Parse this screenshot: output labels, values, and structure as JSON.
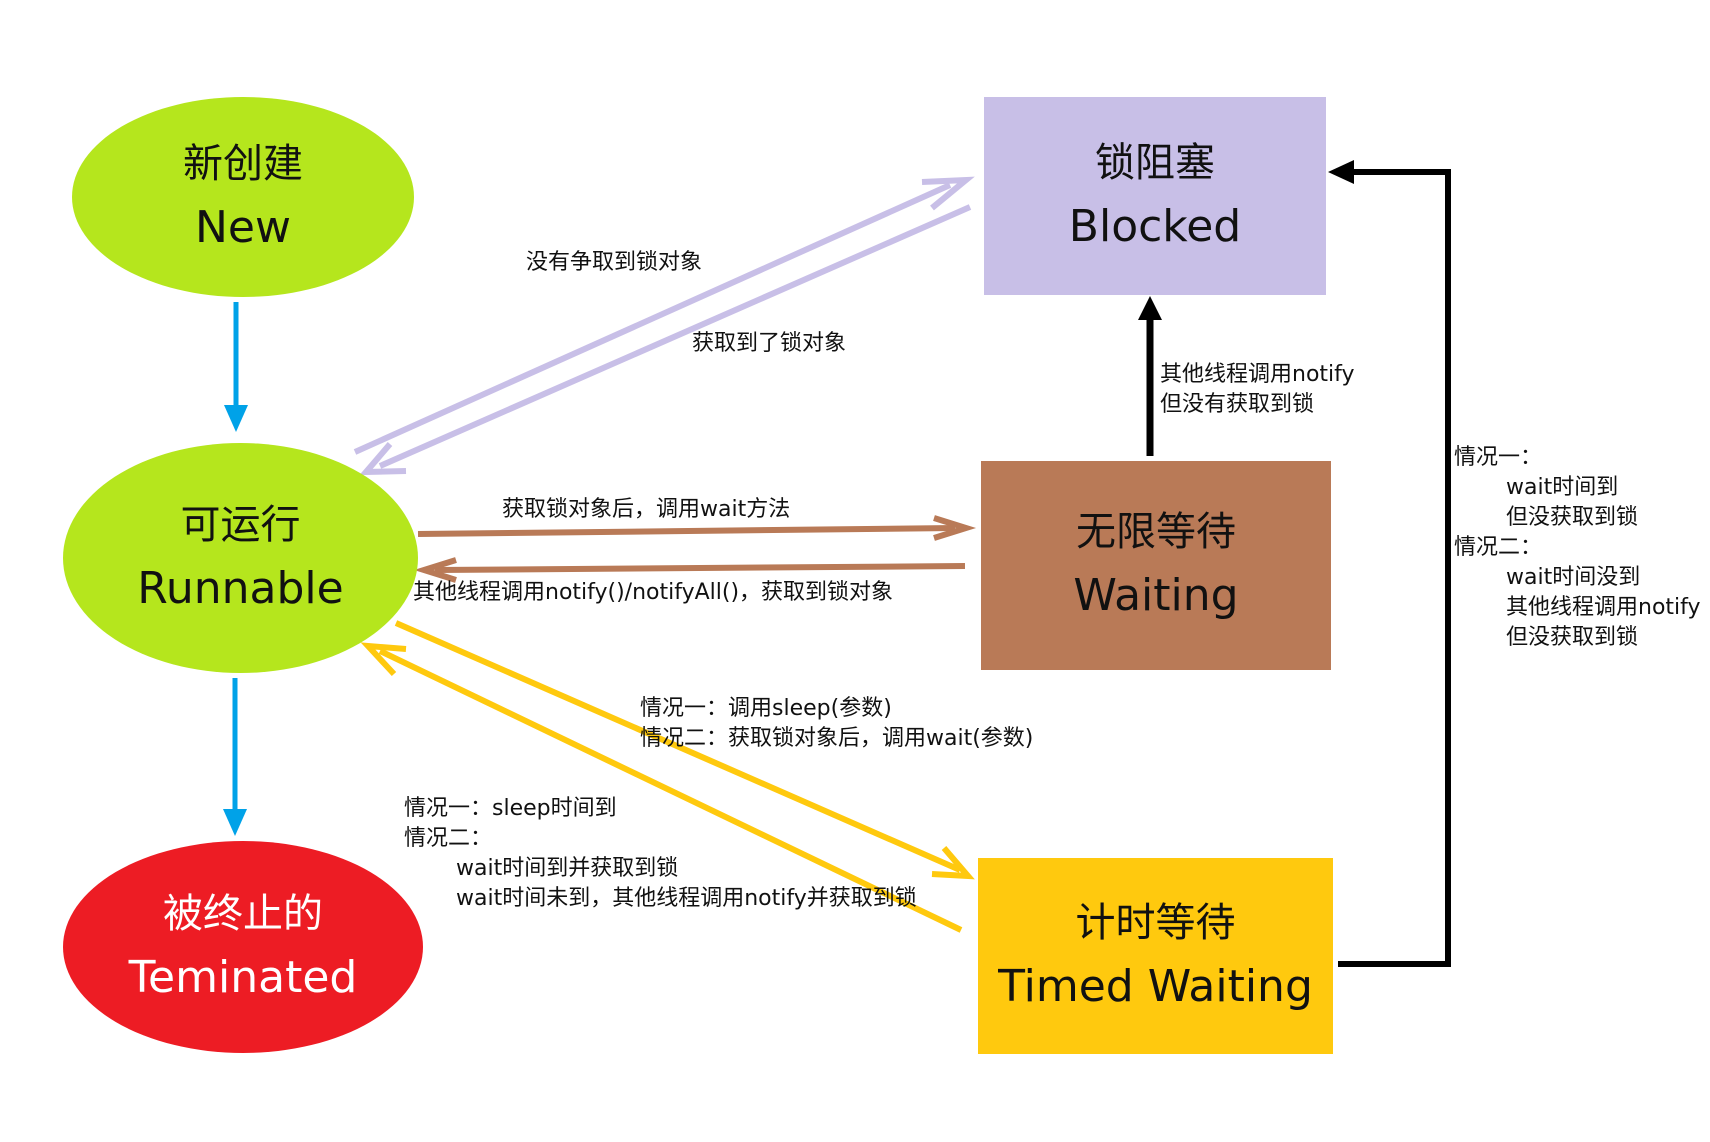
{
  "colors": {
    "new": "#b5e61d",
    "runnable": "#b5e61d",
    "terminated": "#ed1c24",
    "blocked": "#c8bfe7",
    "waiting": "#b97a57",
    "timed": "#ffc90e",
    "arrow_blue": "#00a2e8",
    "arrow_lavender": "#c8bfe7",
    "arrow_brown": "#b97a57",
    "arrow_yellow": "#ffc90e",
    "arrow_black": "#000000"
  },
  "states": {
    "new": {
      "cn": "新创建",
      "en": "New"
    },
    "runnable": {
      "cn": "可运行",
      "en": "Runnable"
    },
    "terminated": {
      "cn": "被终止的",
      "en": "Teminated"
    },
    "blocked": {
      "cn": "锁阻塞",
      "en": "Blocked"
    },
    "waiting": {
      "cn": "无限等待",
      "en": "Waiting"
    },
    "timed": {
      "cn": "计时等待",
      "en": "Timed Waiting"
    }
  },
  "transitions": {
    "runnable_to_blocked": "没有争取到锁对象",
    "blocked_to_runnable": "获取到了锁对象",
    "waiting_to_blocked": [
      "其他线程调用notify",
      "但没有获取到锁"
    ],
    "runnable_to_waiting": "获取锁对象后，调用wait方法",
    "waiting_to_runnable": "其他线程调用notify()/notifyAll()，获取到锁对象",
    "runnable_to_timed": [
      "情况一：调用sleep(参数)",
      "情况二：获取锁对象后，调用wait(参数)"
    ],
    "timed_to_runnable": [
      "情况一：sleep时间到",
      "情况二：",
      "wait时间到并获取到锁",
      "wait时间未到，其他线程调用notify并获取到锁"
    ],
    "timed_to_blocked": [
      "情况一：",
      "wait时间到",
      "但没获取到锁",
      "情况二：",
      "wait时间没到",
      "其他线程调用notify",
      "但没获取到锁"
    ]
  }
}
